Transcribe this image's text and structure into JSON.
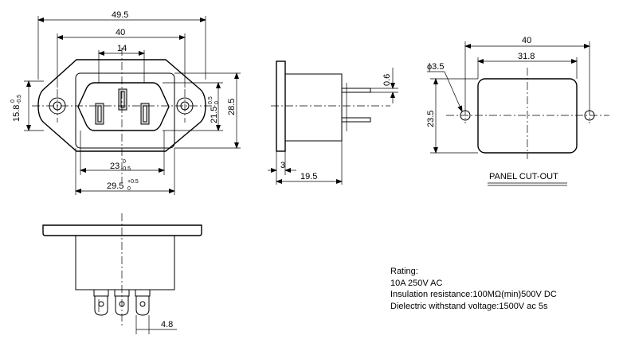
{
  "front_view": {
    "width_overall": "49.5",
    "width_holes": "40",
    "width_slot": "14",
    "height_left": "15.8",
    "height_left_tol_upper": "0",
    "height_left_tol_lower": "-0.5",
    "height_inner": "21.5",
    "height_inner_tol_upper": "0.5",
    "height_inner_tol_lower": "0",
    "height_overall": "28.5",
    "width_inner": "23",
    "width_inner_tol_upper": "0",
    "width_inner_tol_lower": "-0.5",
    "width_body": "29.5",
    "width_body_tol_upper": "+0.5",
    "width_body_tol_lower": "0"
  },
  "side_view": {
    "flange": "3",
    "depth": "19.5",
    "pin_thickness": "0.6"
  },
  "cutout": {
    "width_outer": "40",
    "width_inner": "31.8",
    "height": "23.5",
    "hole_dia": "ϕ3.5",
    "label": "PANEL CUT-OUT"
  },
  "bottom_view": {
    "pin_pitch": "4.8"
  },
  "rating": {
    "title": "Rating:",
    "line1": "10A 250V AC",
    "line2": "Insulation resistance:100MΩ(min)500V  DC",
    "line3": "Dielectric withstand voltage:1500V ac 5s"
  }
}
